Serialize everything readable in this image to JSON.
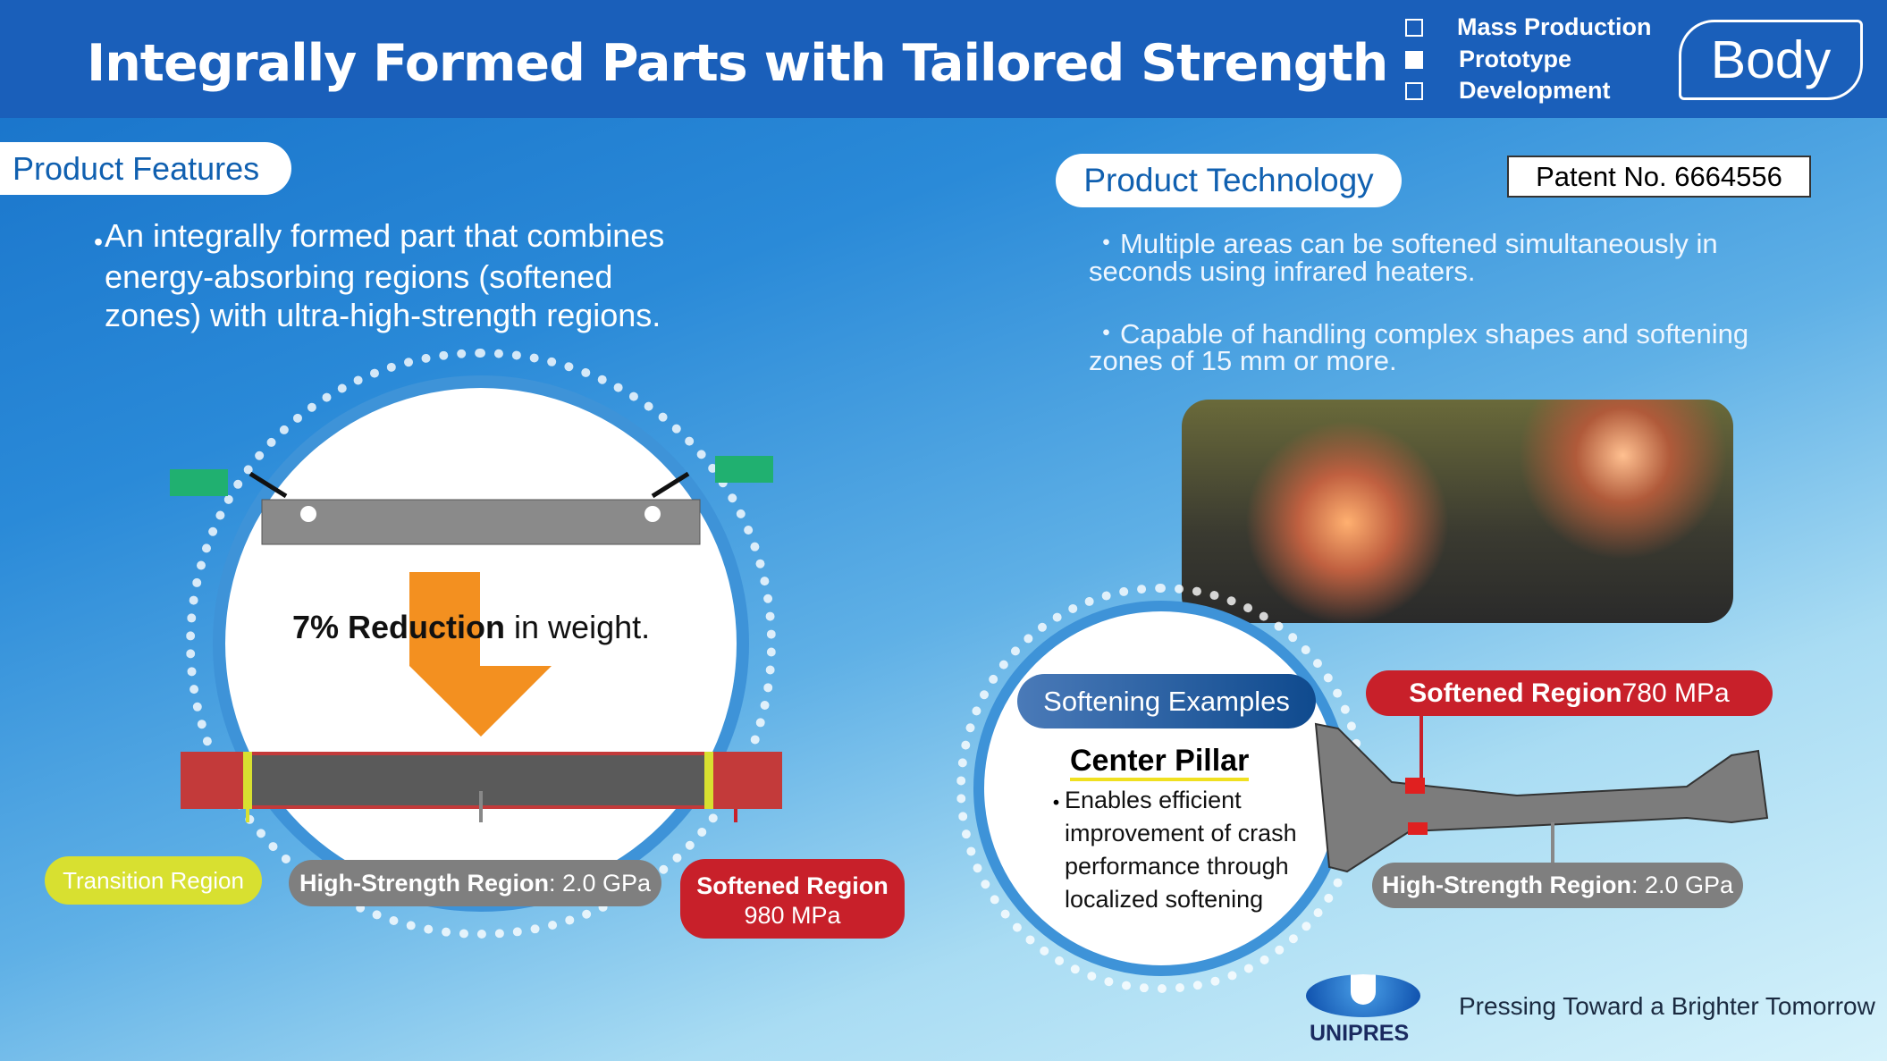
{
  "header": {
    "title": "Integrally Formed Parts with Tailored Strength",
    "stages": [
      {
        "label": "Mass Production",
        "checked": false
      },
      {
        "label": "Prototype",
        "checked": true
      },
      {
        "label": "Development",
        "checked": false
      }
    ],
    "category": "Body"
  },
  "features": {
    "heading": "Product Features",
    "bullet_lines": [
      "An integrally formed part that combines",
      "energy-absorbing regions (softened",
      "zones) with ultra-high-strength regions."
    ],
    "reduction_bold": "7% Reduction",
    "reduction_rest": " in weight.",
    "transition": "Transition Region",
    "high_strength_bold": "High-Strength Region",
    "high_strength_val": ": 2.0 GPa",
    "softened_bold": "Softened Region",
    "softened_val": "980 MPa"
  },
  "technology": {
    "heading": "Product Technology",
    "patent": "Patent No. 6664556",
    "bullets": [
      [
        "Multiple areas can be softened simultaneously in",
        "seconds using infrared heaters."
      ],
      [
        "Capable of handling complex shapes and softening",
        "zones of 15 mm or more."
      ]
    ],
    "examples_label": "Softening Examples",
    "example_title": "Center Pillar",
    "example_lines": [
      "Enables efficient",
      "improvement of crash",
      "performance through",
      "localized softening"
    ],
    "softened_bold": "Softened Region",
    "softened_val": " 780 MPa",
    "high_strength_bold": "High-Strength Region",
    "high_strength_val": ": 2.0 GPa"
  },
  "footer": {
    "logo": "UNIPRES",
    "tagline": "Pressing Toward a Brighter Tomorrow"
  },
  "colors": {
    "header": "#1a5fba",
    "red": "#c8202a",
    "gray": "#7f7f7f",
    "yellow": "#d8e030",
    "orange": "#f39020"
  }
}
